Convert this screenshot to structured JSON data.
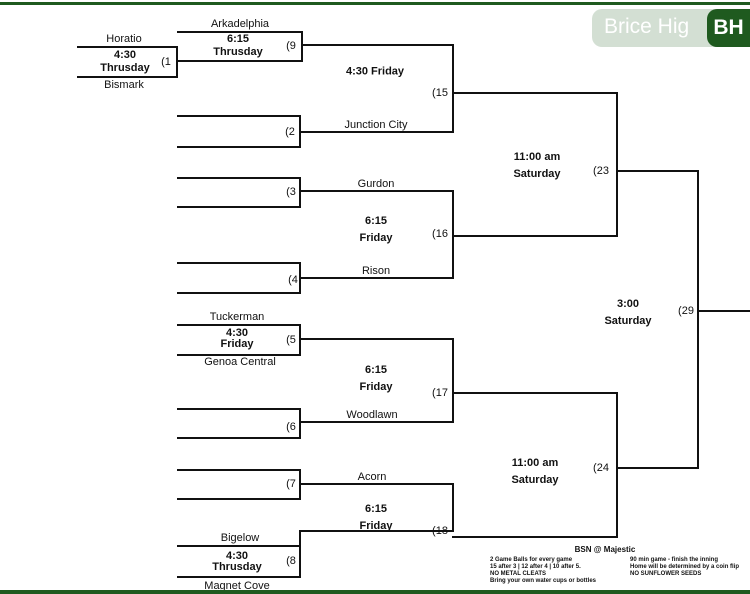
{
  "logo": {
    "text": "Brice Hig",
    "badge": "BH",
    "color": "#1f5a1f"
  },
  "teams": {
    "g1_top": "Horatio",
    "g1_bot": "Bismark",
    "g9_top": "Arkadelphia",
    "g2": "Junction City",
    "g3": "Gurdon",
    "g4": "Rison",
    "g5_top": "Tuckerman",
    "g5_bot": "Genoa Central",
    "g6": "Woodlawn",
    "g7": "Acorn",
    "g8_top": "Bigelow",
    "g8_bot": "Magnet Cove"
  },
  "games": {
    "g1": "(1",
    "g2": "(2",
    "g3": "(3",
    "g4": "(4",
    "g5": "(5",
    "g6": "(6",
    "g7": "(7",
    "g8": "(8",
    "g9": "(9",
    "g15": "(15",
    "g16": "(16",
    "g17": "(17",
    "g18": "(18",
    "g23": "(23",
    "g24": "(24",
    "g29": "(29"
  },
  "times": {
    "g1": [
      "4:30",
      "Thrusday"
    ],
    "g9": [
      "6:15",
      "Thrusday"
    ],
    "g15": [
      "4:30 Friday"
    ],
    "g16": [
      "6:15",
      "Friday"
    ],
    "g5": [
      "4:30",
      "Friday"
    ],
    "g17": [
      "6:15",
      "Friday"
    ],
    "g18": [
      "6:15",
      "Friday"
    ],
    "g8": [
      "4:30",
      "Thrusday"
    ],
    "g23": [
      "11:00 am",
      "Saturday"
    ],
    "g24": [
      "11:00 am",
      "Saturday"
    ],
    "g29": [
      "3:00",
      "Saturday"
    ]
  },
  "notes": {
    "title": "BSN @ Majestic",
    "items": [
      "2 Game Balls for every game",
      "90 min game - finish the inning",
      "15 after 3 | 12 after 4 | 10 after 5.",
      "Home will be determined by a coin flip",
      "NO METAL CLEATS",
      "NO SUNFLOWER SEEDS",
      "Bring your own water cups or bottles"
    ]
  }
}
